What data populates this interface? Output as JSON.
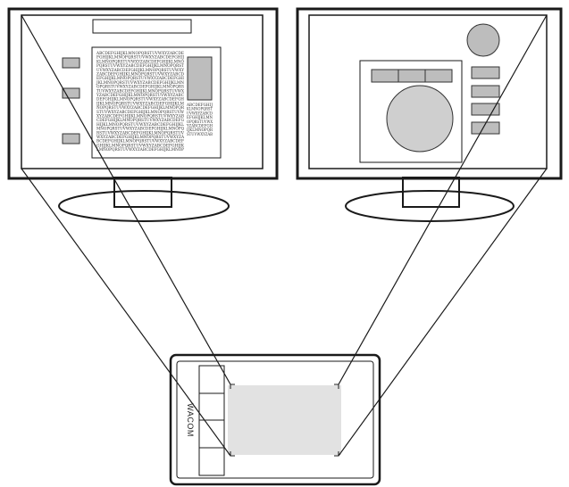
{
  "tablet": {
    "brand_text": "WACOM"
  },
  "left_monitor": {
    "document_lines": [
      "ABCDEFGHIJKLMNOPQRSTUVWXYZABCDE",
      "FGHIJKLMNOPQRSTUVWXYZABCDEFGHIJ",
      "KLMNOPQRSTUVWXYZABCDEFGHIJKLMNO",
      "PQRSTUVWXYZABCDEFGHIJKLMNOPQRST",
      "UVWXYZABCDEFGHIJKLMNOPQRSTUVWXY",
      "ZABCDEFGHIJKLMNOPQRSTUVWXYZABCD",
      "EFGHIJKLMNOPQRSTUVWXYZABCDEFGHI",
      "JKLMNOPQRSTUVWXYZABCDEFGHIJKLMN",
      "OPQRSTUVWXYZABCDEFGHIJKLMNOPQRS",
      "TUVWXYZABCDEFGHIJKLMNOPQRSTUVWX",
      "YZABCDEFGHIJKLMNOPQRSTUVWXYZABC",
      "DEFGHIJKLMNOPQRSTUVWXYZABCDEFGH",
      "IJKLMNOPQRSTUVWXYZABCDEFGHIJKLM",
      "NOPQRSTUVWXYZABCDEFGHIJKLMNOPQR",
      "STUVWXYZABCDEFGHIJKLMNOPQRSTUVW",
      "XYZABCDEFGHIJKLMNOPQRSTUVWXYZAB",
      "CDEFGHIJKLMNOPQRSTUVWXYZABCDEFG",
      "HIJKLMNOPQRSTUVWXYZABCDEFGHIJKL",
      "MNOPQRSTUVWXYZABCDEFGHIJKLMNOPQ",
      "RSTUVWXYZABCDEFGHIJKLMNOPQRSTUV",
      "WXYZABCDEFGHIJKLMNOPQRSTUVWXYZA",
      "BCDEFGHIJKLMNOPQRSTUVWXYZABCDEF",
      "GHIJKLMNOPQRSTUVWXYZABCDEFGHIJK",
      "LMNOPQRSTUVWXYZABCDEFGHIJKLMNOP"
    ],
    "sidebar_lines": [
      "ABCDEFGHIJ",
      "KLMNOPQRST",
      "UVWXYZABCD",
      "EFGHIJKLMN",
      "OPQRSTUVWX",
      "YZABCDEFGH",
      "IJKLMNOPQR",
      "STUVWXYZAB"
    ]
  },
  "colors": {
    "outline": "#1a1a1a",
    "panel_gray": "#bdbdbd",
    "circle_gray": "#cfcfcf",
    "tablet_active_area": "#e2e2e2"
  }
}
